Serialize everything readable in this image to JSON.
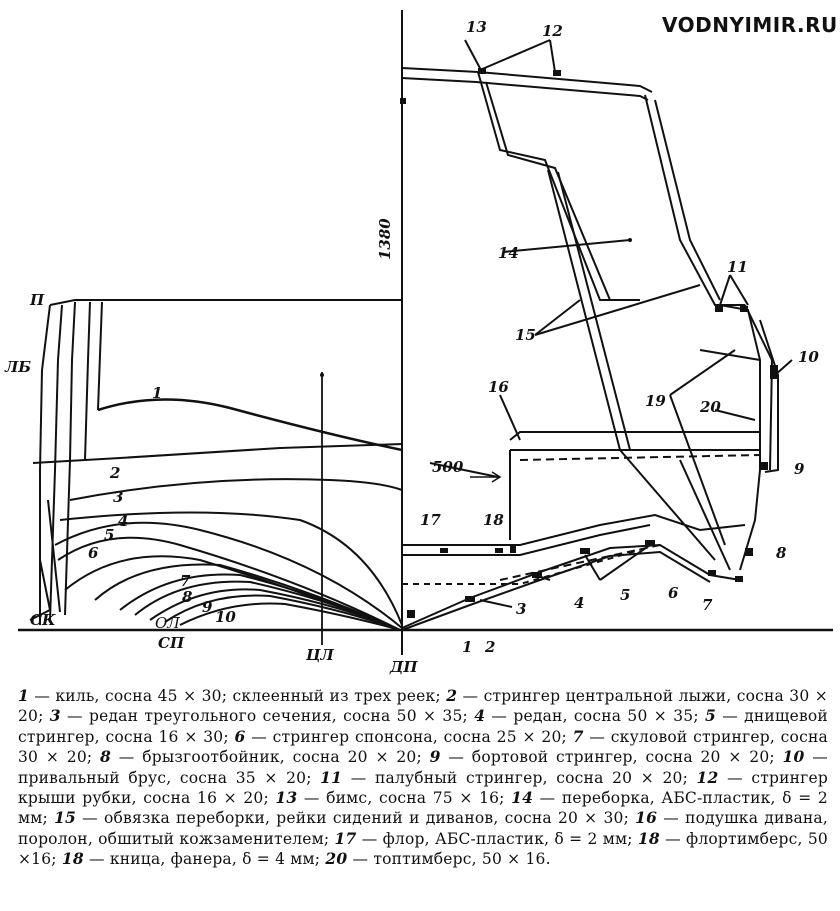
{
  "watermark": "VODNYIMIR.RU",
  "drawing": {
    "dimension_label": "1380",
    "offset_label": "500",
    "lines_left": [
      "П",
      "ЛБ",
      "СК",
      "СП",
      "ОЛ",
      "ЦЛ",
      "ДП"
    ],
    "part_numbers_left": [
      "1",
      "2",
      "3",
      "4",
      "5",
      "6",
      "7",
      "8",
      "9",
      "10"
    ],
    "part_numbers_right": [
      "1",
      "2",
      "3",
      "4",
      "5",
      "6",
      "7",
      "8",
      "9",
      "10",
      "11",
      "12",
      "13",
      "14",
      "15",
      "16",
      "17",
      "18",
      "19",
      "20"
    ]
  },
  "legend": [
    {
      "num": "1",
      "text": "— киль, сосна 45 × 30; склеенный из трех реек;"
    },
    {
      "num": "2",
      "text": "— стрингер центральной лыжи, сосна 30 × 20;"
    },
    {
      "num": "3",
      "text": "— редан треугольного сечения, сосна 50 × 35;"
    },
    {
      "num": "4",
      "text": "— редан, сосна 50 × 35;"
    },
    {
      "num": "5",
      "text": "— днищевой стрингер, сосна 16 × 30;"
    },
    {
      "num": "6",
      "text": "— стрингер спонсона, сосна 25 × 20;"
    },
    {
      "num": "7",
      "text": "— скуловой стрингер, сосна 30 × 20;"
    },
    {
      "num": "8",
      "text": "— брызгоотбойник, сосна 20 × 20;"
    },
    {
      "num": "9",
      "text": "— бортовой стрингер, сосна 20 × 20;"
    },
    {
      "num": "10",
      "text": "— привальный брус, сосна 35 × 20;"
    },
    {
      "num": "11",
      "text": "— палубный стрингер, сосна 20 × 20;"
    },
    {
      "num": "12",
      "text": "— стрингер крыши рубки, сосна 16 × 20;"
    },
    {
      "num": "13",
      "text": "— бимс, сосна 75 × 16;"
    },
    {
      "num": "14",
      "text": "— переборка, АБС-пластик, δ = 2 мм;"
    },
    {
      "num": "15",
      "text": "— обвязка переборки, рейки сидений и диванов, сосна 20 × 30;"
    },
    {
      "num": "16",
      "text": "— подушка дивана, поролон, обшитый кожзаменителем;"
    },
    {
      "num": "17",
      "text": "— флор, АБС-пластик, δ = 2 мм;"
    },
    {
      "num": "18",
      "text": "— флортимберс, 50 ×16;"
    },
    {
      "num": "18",
      "text": "— кница, фанера, δ = 4 мм;"
    },
    {
      "num": "20",
      "text": "— топтимберс, 50 × 16."
    }
  ]
}
